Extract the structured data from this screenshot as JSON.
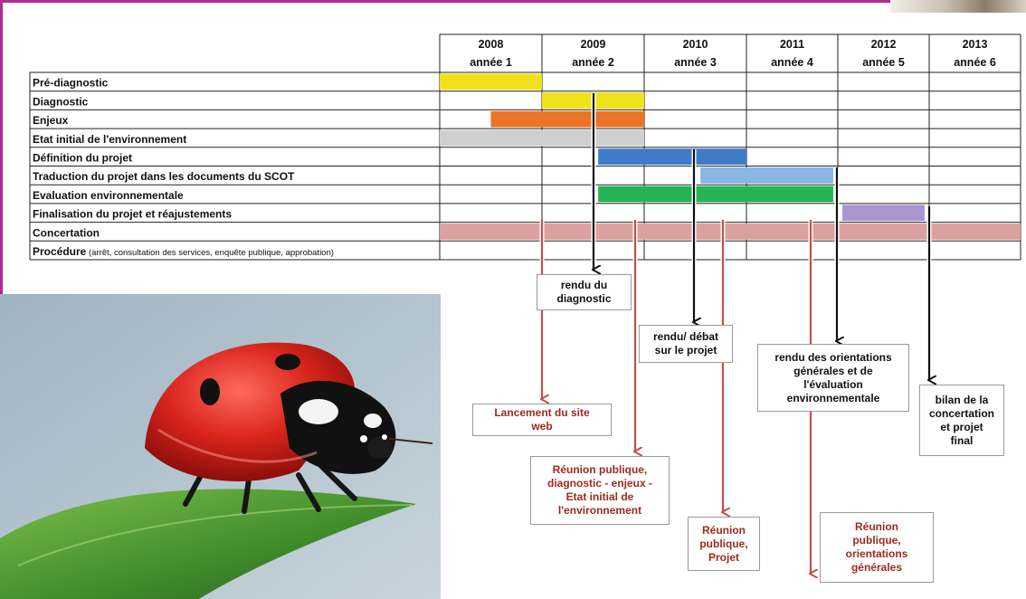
{
  "years": [
    {
      "year": "2008",
      "label": "année 1"
    },
    {
      "year": "2009",
      "label": "année 2"
    },
    {
      "year": "2010",
      "label": "année 3"
    },
    {
      "year": "2011",
      "label": "année 4"
    },
    {
      "year": "2012",
      "label": "année 5"
    },
    {
      "year": "2013",
      "label": "année 6"
    }
  ],
  "rows": [
    {
      "label": "Pré-diagnostic",
      "sub": "",
      "bars": [
        {
          "start": 0,
          "end": 1,
          "color": "#f0e21a"
        }
      ]
    },
    {
      "label": "Diagnostic",
      "sub": "",
      "bars": [
        {
          "start": 1,
          "end": 2,
          "color": "#f0e21a"
        }
      ]
    },
    {
      "label": "Enjeux",
      "sub": "",
      "bars": [
        {
          "start": 0.5,
          "end": 2,
          "color": "#ec7424"
        }
      ]
    },
    {
      "label": "Etat initial de l'environnement",
      "sub": "",
      "bars": [
        {
          "start": 0,
          "end": 2,
          "color": "#cfcfcf"
        }
      ]
    },
    {
      "label": "Définition du projet",
      "sub": "",
      "bars": [
        {
          "start": 1.55,
          "end": 3,
          "color": "#3e7cc9"
        }
      ]
    },
    {
      "label": "Traduction du projet dans les documents du SCOT",
      "sub": "",
      "bars": [
        {
          "start": 2.55,
          "end": 3.95,
          "color": "#8ab6e1"
        }
      ]
    },
    {
      "label": "Evaluation environnementale",
      "sub": "",
      "bars": [
        {
          "start": 1.55,
          "end": 3.95,
          "color": "#25b356"
        }
      ]
    },
    {
      "label": "Finalisation du projet et réajustements",
      "sub": "",
      "bars": [
        {
          "start": 4.05,
          "end": 4.95,
          "color": "#a996cf"
        }
      ]
    },
    {
      "label": "Concertation",
      "sub": "",
      "bars": [
        {
          "start": 0,
          "end": 6,
          "color": "#dda0a0"
        }
      ]
    },
    {
      "label": "Procédure",
      "sub": "(arrêt, consultation des services, enquête publique, approbation)",
      "bars": []
    }
  ],
  "milestones_black": {
    "rendu_diagnostic": "rendu du\ndiagnostic",
    "rendu_debat": "rendu/ débat\nsur le projet",
    "rendu_orientations": "rendu des orientations\ngénérales et de\nl'évaluation\nenvironnementale",
    "bilan": "bilan de la\nconcertation\net projet\nfinal"
  },
  "milestones_red": {
    "lancement": "Lancement du site\nweb",
    "reunion_diag": "Réunion publique,\ndiagnostic - enjeux -\nEtat initial de\nl'environnement",
    "reunion_projet": "Réunion\npublique,\nProjet",
    "reunion_orient": "Réunion\npublique,\norientations\ngénérales"
  },
  "colors": {
    "frame": "#b02a8e",
    "red_text": "#9b2a22",
    "arrow_red": "#c0504d"
  }
}
